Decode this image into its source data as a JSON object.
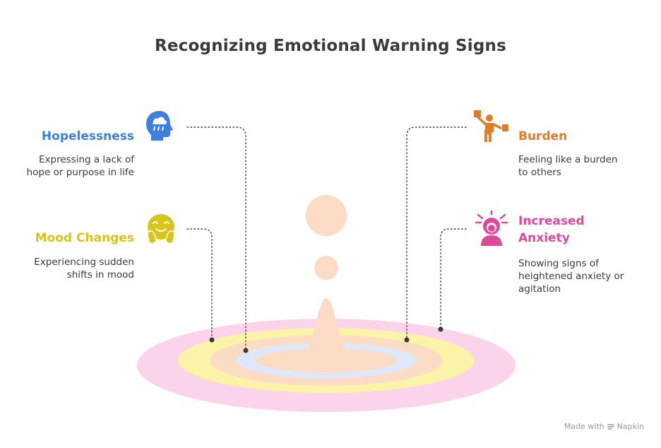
{
  "title": "Recognizing Emotional Warning Signs",
  "signs": {
    "hopelessness": {
      "title": "Hopelessness",
      "line1": "Expressing a lack of",
      "line2": "hope or purpose in life",
      "color": "#3f7fe0",
      "icon": "rain-cloud-head-icon"
    },
    "mood": {
      "title": "Mood Changes",
      "line1": "Experiencing sudden",
      "line2": "shifts in mood",
      "color": "#d9c419",
      "icon": "smiling-face-hands-icon"
    },
    "burden": {
      "title": "Burden",
      "line1": "Feeling like a burden",
      "line2": "to others",
      "color": "#e07c2a",
      "icon": "person-lifting-boxes-icon"
    },
    "anxiety": {
      "title_line1": "Increased",
      "title_line2": "Anxiety",
      "line1": "Showing signs of",
      "line2": "heightened anxiety or",
      "line3": "agitation",
      "color": "#e0499b",
      "icon": "stressed-person-icon"
    }
  },
  "rings": {
    "outer": "#fbd3ea",
    "yellow": "#fbf3a8",
    "peach": "#fcdcc4",
    "blue": "#dfe8fb",
    "drop": "#fcdcc4"
  },
  "watermark": {
    "prefix": "Made with",
    "brand": "Napkin"
  }
}
